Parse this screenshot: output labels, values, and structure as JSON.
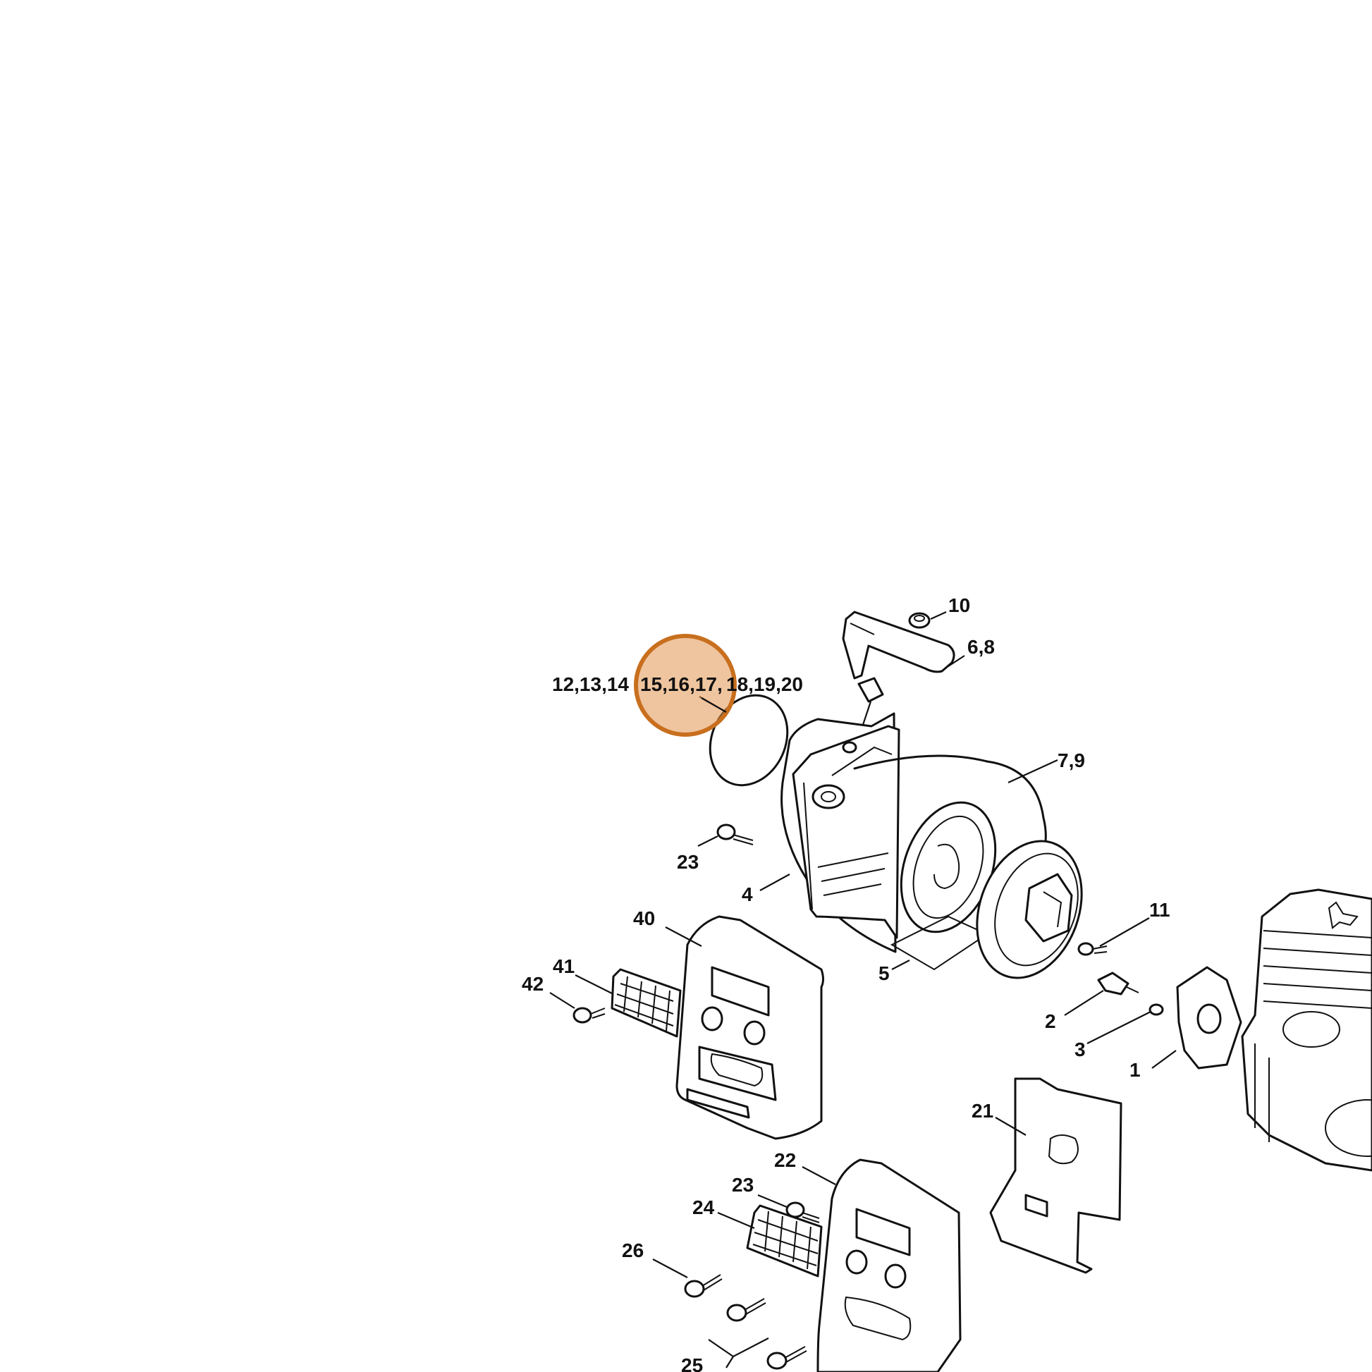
{
  "diagram": {
    "highlight_color": "#c86f1e",
    "highlight_fill": "#e29650",
    "highlighted_callout": "15,16,17,",
    "callouts": {
      "c10": "10",
      "c68": "6,8",
      "c12": "12,13,14",
      "c15": "15,16,17,",
      "c18": "18,19,20",
      "c79": "7,9",
      "c23a": "23",
      "c4": "4",
      "c11": "11",
      "c40": "40",
      "c41": "41",
      "c42": "42",
      "c5": "5",
      "c2": "2",
      "c3": "3",
      "c1": "1",
      "c21": "21",
      "c22": "22",
      "c23b": "23",
      "c24": "24",
      "c26": "26",
      "c25": "25"
    }
  }
}
